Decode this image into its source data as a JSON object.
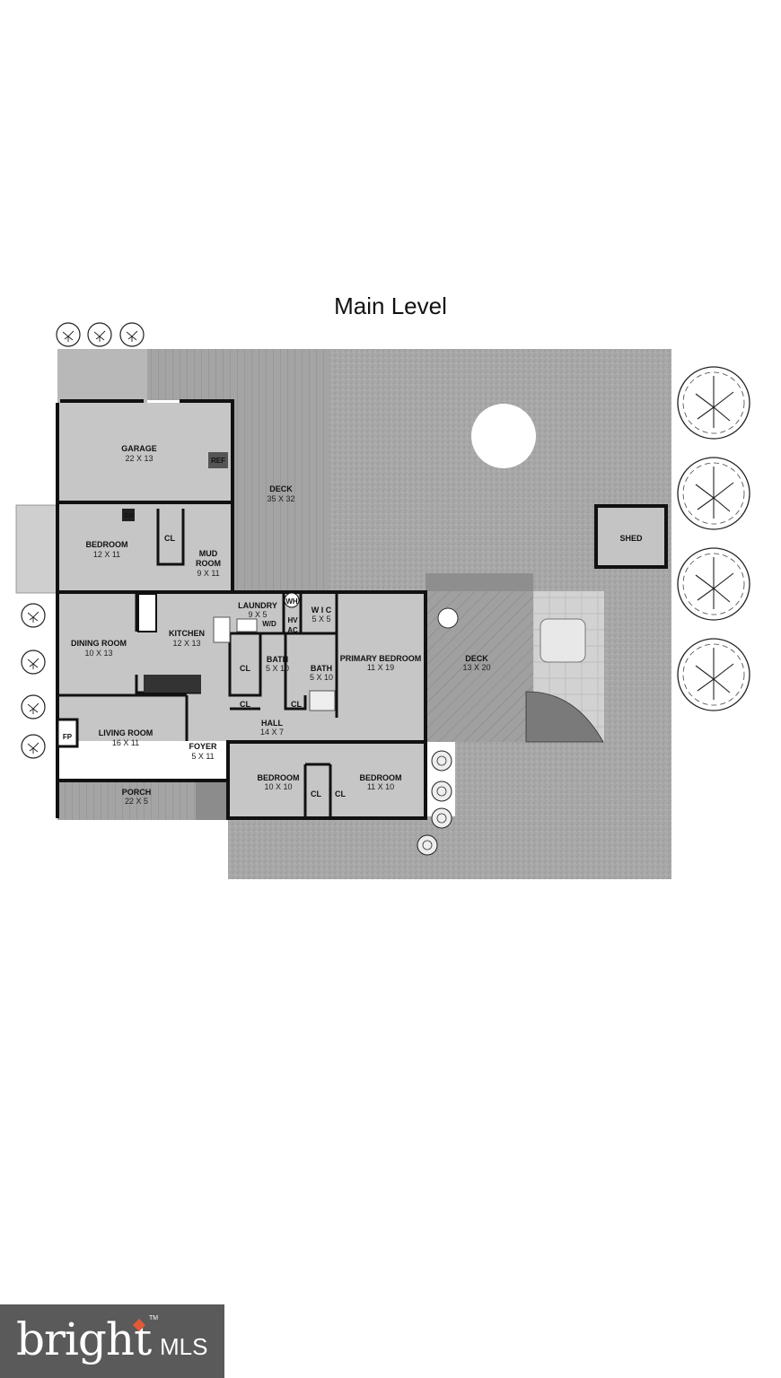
{
  "title": "Main Level",
  "rooms": {
    "garage": {
      "name": "GARAGE",
      "dim": "22 X 13"
    },
    "ref": "REF",
    "deck_north": {
      "name": "DECK",
      "dim": "35 X 32"
    },
    "bedroom1": {
      "name": "BEDROOM",
      "dim": "12 X 11"
    },
    "cl1": "CL",
    "mud": {
      "name1": "MUD",
      "name2": "ROOM",
      "dim": "9 X 11"
    },
    "fp_small": "FP",
    "laundry": {
      "name": "LAUNDRY",
      "dim": "9 X 5"
    },
    "wh": "WH",
    "wd": "W/D",
    "hv": "HV",
    "ac": "AC",
    "wic": {
      "name": "W I C",
      "dim": "5 X 5"
    },
    "dining": {
      "name": "DINING ROOM",
      "dim": "10 X 13"
    },
    "kitchen": {
      "name": "KITCHEN",
      "dim": "12 X 13"
    },
    "cl_kitchen": "CL",
    "bath1": {
      "name": "BATH",
      "dim": "5 X 10"
    },
    "bath2": {
      "name": "BATH",
      "dim": "5 X 10"
    },
    "primary": {
      "name": "PRIMARY BEDROOM",
      "dim": "11 X 19"
    },
    "deck_east": {
      "name": "DECK",
      "dim": "13 X 20"
    },
    "shed": "SHED",
    "living": {
      "name": "LIVING ROOM",
      "dim": "16 X 11"
    },
    "fp": "FP",
    "foyer": {
      "name": "FOYER",
      "dim": "5 X 11"
    },
    "hall": {
      "name": "HALL",
      "dim": "14 X 7"
    },
    "cl_hall1": "CL",
    "cl_hall2": "CL",
    "bedroom2": {
      "name": "BEDROOM",
      "dim": "10 X 10"
    },
    "bedroom3": {
      "name": "BEDROOM",
      "dim": "11 X 10"
    },
    "cl_b2": "CL",
    "cl_b3": "CL",
    "porch": {
      "name": "PORCH",
      "dim": "22 X 5"
    }
  },
  "logo": {
    "brand": "bright",
    "suffix": "MLS",
    "tm": "TM"
  },
  "colors": {
    "lawn": "#a9a9a9",
    "room": "#c4c4c4",
    "wall": "#111111",
    "deck": "#9e9e9e"
  }
}
